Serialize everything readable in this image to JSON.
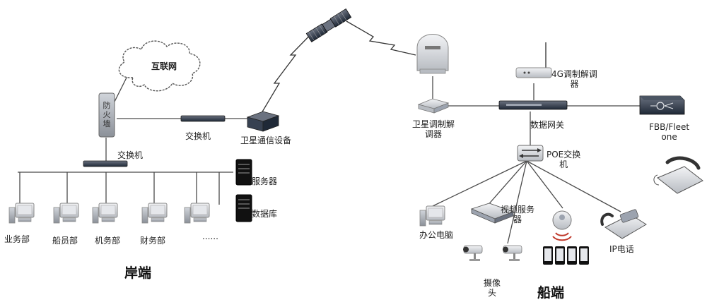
{
  "cloud": {
    "label": "互联网"
  },
  "shore": {
    "title": "岸端",
    "firewall_label": "防火墙",
    "switch_top_label": "交换机",
    "switch_lan_label": "交换机",
    "satellite_equipment_label": "卫星通信设备",
    "server_label": "服务器",
    "database_label": "数据库",
    "departments": [
      "业务部",
      "船员部",
      "机务部",
      "财务部",
      "......"
    ]
  },
  "ship": {
    "title": "船端",
    "modem_4g_label_line1": "4G调制解调",
    "modem_4g_label_line2": "器",
    "sat_modem_label_line1": "卫星调制解",
    "sat_modem_label_line2": "调器",
    "gateway_label": "数据网关",
    "fbb_label_line1": "FBB/Fleet",
    "fbb_label_line2": "one",
    "poe_switch_label_line1": "POE交换",
    "poe_switch_label_line2": "机",
    "office_pc_label": "办公电脑",
    "video_server_label_line1": "视频服务",
    "video_server_label_line2": "器",
    "camera_label_line1": "摄像",
    "camera_label_line2": "头",
    "ip_phone_label": "IP电话"
  },
  "colors": {
    "line": "#4a4a4a",
    "device_dark": "#3a3f4a",
    "device_light": "#cfd3d8",
    "accent": "#1f2a38"
  }
}
